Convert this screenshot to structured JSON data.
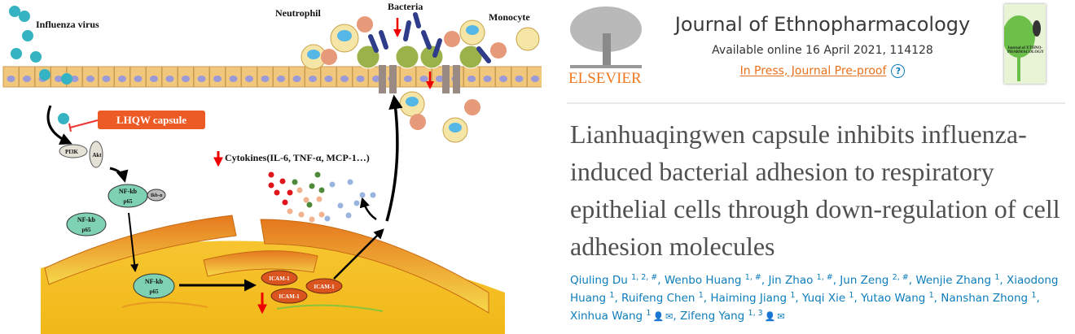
{
  "diagram": {
    "labels": {
      "influenza": "Influenza virus",
      "neutrophil": "Neutrophil",
      "bacteria": "Bacteria",
      "monocyte": "Monocyte",
      "lhqw": "LHQW capsule",
      "pi3k": "PI3K",
      "akt": "Akt",
      "nfkb": "NF-kb",
      "p65": "p65",
      "ikb": "Ikb-α",
      "icam": "ICAM-1",
      "cytokines": "Cytokines(IL-6, TNF-α, MCP-1…)"
    }
  },
  "publisher": {
    "name": "ELSEVIER",
    "journal": "Journal of Ethnopharmacology",
    "available": "Available online 16 April 2021, 114128",
    "status_link": "In Press, Journal Pre-proof",
    "help_icon": "?",
    "cover_text": "Journal of ETHNO-PHARMACOLOGY"
  },
  "article": {
    "title": "Lianhuaqingwen capsule inhibits influenza-induced bacterial adhesion to respiratory epithelial cells through down-regulation of cell adhesion molecules",
    "authors": [
      {
        "name": "Qiuling Du",
        "sup": "1, 2, #"
      },
      {
        "name": "Wenbo Huang",
        "sup": "1, #"
      },
      {
        "name": "Jin Zhao",
        "sup": "1, #"
      },
      {
        "name": "Jun Zeng",
        "sup": "2, #"
      },
      {
        "name": "Wenjie Zhang",
        "sup": "1"
      },
      {
        "name": "Xiaodong Huang",
        "sup": "1"
      },
      {
        "name": "Ruifeng Chen",
        "sup": "1"
      },
      {
        "name": "Haiming Jiang",
        "sup": "1"
      },
      {
        "name": "Yuqi Xie",
        "sup": "1"
      },
      {
        "name": "Yutao Wang",
        "sup": "1"
      },
      {
        "name": "Nanshan Zhong",
        "sup": "1"
      },
      {
        "name": "Xinhua Wang",
        "sup": "1",
        "contact": true
      },
      {
        "name": "Zifeng Yang",
        "sup": "1, 3",
        "contact": true
      }
    ]
  }
}
